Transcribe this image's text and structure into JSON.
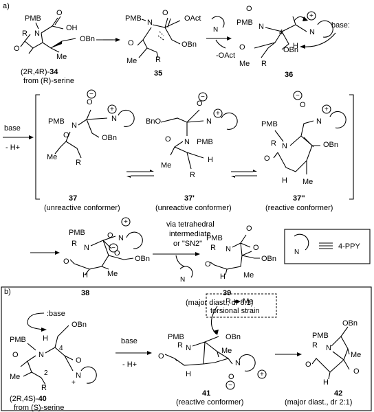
{
  "panels": {
    "a_label": "a)",
    "b_label": "b)"
  },
  "compounds": {
    "c34": {
      "number": "34",
      "prefix": "(2R,4R)-",
      "origin": "from (R)-serine"
    },
    "c35": {
      "number": "35"
    },
    "c36": {
      "number": "36"
    },
    "c37": {
      "number": "37",
      "caption": "(unreactive conformer)"
    },
    "c37p": {
      "number": "37'",
      "caption": "(unreactive conformer)"
    },
    "c37pp": {
      "number": "37''",
      "caption": "(reactive conformer)"
    },
    "c38": {
      "number": "38"
    },
    "c39": {
      "number": "39",
      "caption": "(major diast., dr 8:1)"
    },
    "c40": {
      "number": "40",
      "prefix": "(2R,4S)-",
      "origin": "from (S)-serine"
    },
    "c41": {
      "number": "41",
      "caption": "(reactive conformer)"
    },
    "c42": {
      "number": "42",
      "caption": "(major diast., dr 2:1)"
    }
  },
  "atoms": {
    "pmb": "PMB",
    "r": "R",
    "o": "O",
    "oh": "OH",
    "obn": "OBn",
    "bno": "BnO",
    "me": "Me",
    "oact": "OAct",
    "n": "N",
    "h": "H",
    "num2": "2",
    "num4": "4",
    "plus": "+",
    "minus": "−"
  },
  "reagents": {
    "minus_oact": "-OAct",
    "base": "base",
    "base_colon": "base:",
    "colon_base": ":base",
    "minus_h": "- H+",
    "via1": "via tetrahedral",
    "via2": "intermediate",
    "via3": "or \"SN2\"",
    "ppy_label": "4-PPY",
    "torsional": "torsional strain",
    "r_me": "R ◂▸ Me"
  }
}
